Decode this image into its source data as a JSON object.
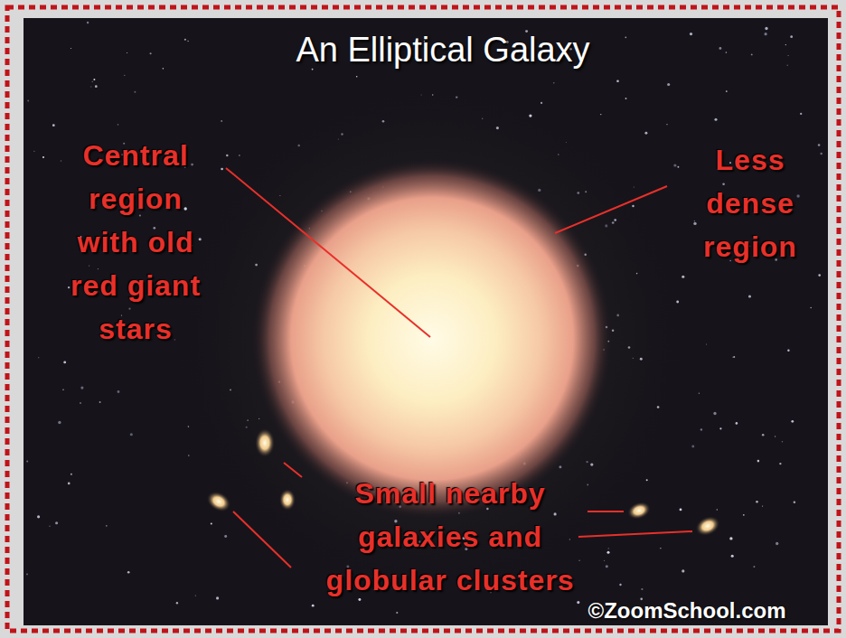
{
  "diagram": {
    "title": "An Elliptical Galaxy",
    "labels": [
      "Central region with old red giant stars",
      "Less dense region",
      "Small nearby galaxies and globular clusters",
      "©ZoomSchool.com"
    ]
  }
}
